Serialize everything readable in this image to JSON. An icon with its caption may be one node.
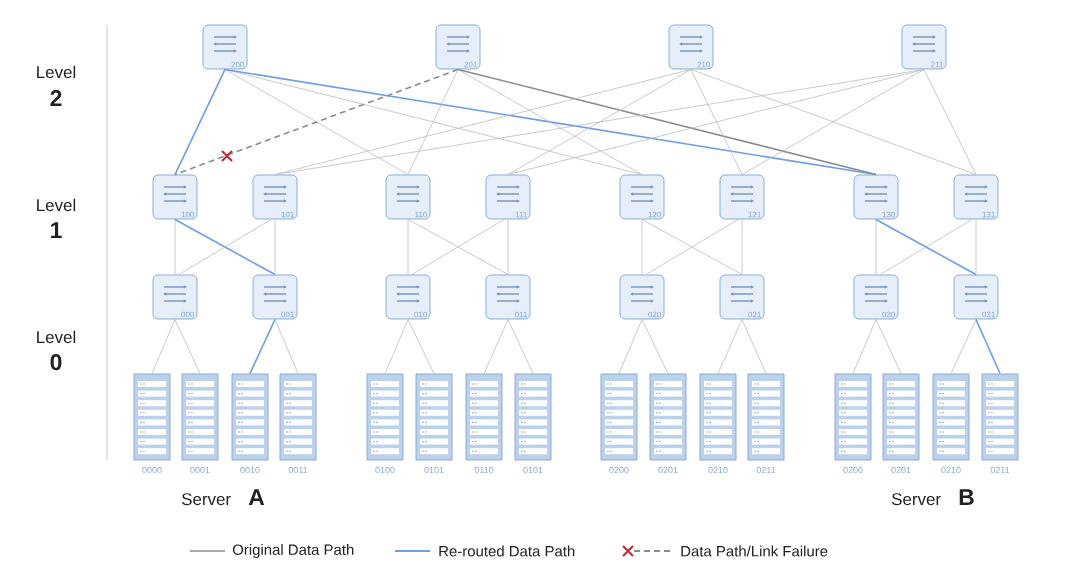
{
  "diagram": {
    "nodes": [
      {
        "text": [
          "200"
        ]
      },
      {
        "text": [
          "201"
        ]
      },
      {
        "text": [
          "210"
        ]
      },
      {
        "text": [
          "211"
        ]
      },
      {
        "text": [
          "100"
        ]
      },
      {
        "text": [
          "101"
        ]
      },
      {
        "text": [
          "110"
        ]
      },
      {
        "text": [
          "111"
        ]
      },
      {
        "text": [
          "120"
        ]
      },
      {
        "text": [
          "121"
        ]
      },
      {
        "text": [
          "130"
        ]
      },
      {
        "text": [
          "131"
        ]
      },
      {
        "text": [
          "000"
        ]
      },
      {
        "text": [
          "001"
        ]
      },
      {
        "text": [
          "010"
        ]
      },
      {
        "text": [
          "011"
        ]
      },
      {
        "text": [
          "020"
        ]
      },
      {
        "text": [
          "021"
        ]
      },
      {
        "text": [
          "030"
        ]
      },
      {
        "text": [
          "031"
        ]
      },
      {
        "text": [],
        "shape": "picture",
        "beside": [
          "0000"
        ]
      },
      {
        "text": [],
        "shape": "picture",
        "beside": [
          "0001"
        ]
      },
      {
        "text": [],
        "shape": "picture",
        "beside": [
          "0010"
        ]
      },
      {
        "text": [],
        "shape": "picture",
        "beside": [
          "0011"
        ]
      },
      {
        "text": [],
        "shape": "picture",
        "beside": [
          "0100"
        ]
      },
      {
        "text": [],
        "shape": "picture",
        "beside": [
          "0101"
        ]
      },
      {
        "text": [],
        "shape": "picture",
        "beside": [
          "0110"
        ]
      },
      {
        "text": [],
        "shape": "picture",
        "beside": [
          "0101"
        ]
      },
      {
        "text": [],
        "shape": "picture",
        "beside": [
          "0200"
        ]
      },
      {
        "text": [],
        "shape": "picture",
        "beside": [
          "0201"
        ]
      },
      {
        "text": [],
        "shape": "picture",
        "beside": [
          "0210"
        ]
      },
      {
        "text": [],
        "shape": "picture",
        "beside": [
          "0211"
        ]
      },
      {
        "text": [],
        "shape": "picture",
        "beside": [
          "0200"
        ]
      },
      {
        "text": [],
        "shape": "picture",
        "beside": [
          "0201"
        ]
      },
      {
        "text": [],
        "shape": "picture",
        "beside": [
          "0210"
        ]
      },
      {
        "text": [],
        "shape": "picture",
        "beside": [
          "0211"
        ]
      }
    ],
    "edges": [
      {
        "from": 0,
        "to": 4,
        "arrow": "none",
        "color": "#6d9eeb"
      },
      {
        "from": 0,
        "to": 6,
        "arrow": "none"
      },
      {
        "from": 0,
        "to": 8,
        "arrow": "none"
      },
      {
        "from": 0,
        "to": 10,
        "arrow": "none",
        "color": "#6d9eeb"
      },
      {
        "from": 1,
        "to": 4,
        "arrow": "none",
        "style": "dashed",
        "color": "#8c8c8c"
      },
      {
        "from": 1,
        "to": 6,
        "arrow": "none"
      },
      {
        "from": 1,
        "to": 8,
        "arrow": "none"
      },
      {
        "from": 1,
        "to": 10,
        "arrow": "none",
        "color": "#8c8c8c"
      },
      {
        "from": 2,
        "to": 5,
        "arrow": "none"
      },
      {
        "from": 2,
        "to": 7,
        "arrow": "none"
      },
      {
        "from": 2,
        "to": 9,
        "arrow": "none"
      },
      {
        "from": 2,
        "to": 11,
        "arrow": "none"
      },
      {
        "from": 3,
        "to": 5,
        "arrow": "none"
      },
      {
        "from": 3,
        "to": 7,
        "arrow": "none"
      },
      {
        "from": 3,
        "to": 9,
        "arrow": "none"
      },
      {
        "from": 3,
        "to": 11,
        "arrow": "none"
      },
      {
        "from": 4,
        "to": 12,
        "arrow": "none"
      },
      {
        "from": 4,
        "to": 13,
        "arrow": "none",
        "color": "#6d9eeb"
      },
      {
        "from": 5,
        "to": 12,
        "arrow": "none"
      },
      {
        "from": 5,
        "to": 13,
        "arrow": "none"
      },
      {
        "from": 6,
        "to": 14,
        "arrow": "none"
      },
      {
        "from": 6,
        "to": 15,
        "arrow": "none"
      },
      {
        "from": 7,
        "to": 14,
        "arrow": "none"
      },
      {
        "from": 7,
        "to": 15,
        "arrow": "none"
      },
      {
        "from": 8,
        "to": 16,
        "arrow": "none"
      },
      {
        "from": 8,
        "to": 17,
        "arrow": "none"
      },
      {
        "from": 9,
        "to": 16,
        "arrow": "none"
      },
      {
        "from": 9,
        "to": 17,
        "arrow": "none"
      },
      {
        "from": 10,
        "to": 18,
        "arrow": "none"
      },
      {
        "from": 10,
        "to": 19,
        "arrow": "none",
        "color": "#6d9eeb"
      },
      {
        "from": 11,
        "to": 18,
        "arrow": "none"
      },
      {
        "from": 11,
        "to": 19,
        "arrow": "none"
      },
      {
        "from": 12,
        "to": 20,
        "arrow": "none"
      },
      {
        "from": 12,
        "to": 21,
        "arrow": "none"
      },
      {
        "from": 13,
        "to": 22,
        "arrow": "none",
        "color": "#6d9eeb"
      },
      {
        "from": 13,
        "to": 23,
        "arrow": "none"
      },
      {
        "from": 14,
        "to": 24,
        "arrow": "none"
      },
      {
        "from": 14,
        "to": 25,
        "arrow": "none"
      },
      {
        "from": 15,
        "to": 26,
        "arrow": "none"
      },
      {
        "from": 15,
        "to": 27,
        "arrow": "none"
      },
      {
        "from": 16,
        "to": 28,
        "arrow": "none"
      },
      {
        "from": 16,
        "to": 29,
        "arrow": "none"
      },
      {
        "from": 17,
        "to": 30,
        "arrow": "none"
      },
      {
        "from": 17,
        "to": 31,
        "arrow": "none"
      },
      {
        "from": 18,
        "to": 32,
        "arrow": "none"
      },
      {
        "from": 18,
        "to": 33,
        "arrow": "none"
      },
      {
        "from": 19,
        "to": 34,
        "arrow": "none"
      },
      {
        "from": 19,
        "to": 35,
        "arrow": "none",
        "color": "#6d9eeb"
      }
    ],
    "labels": [
      "Level",
      "2",
      "Level",
      "1",
      "Level",
      "0",
      "Server",
      "A",
      "Server",
      "B"
    ],
    "legend": [
      {
        "text": "Original Data Path"
      },
      {
        "text": "Re-routed Data Path"
      },
      {
        "text": "Data Path/Link Failure"
      }
    ]
  }
}
